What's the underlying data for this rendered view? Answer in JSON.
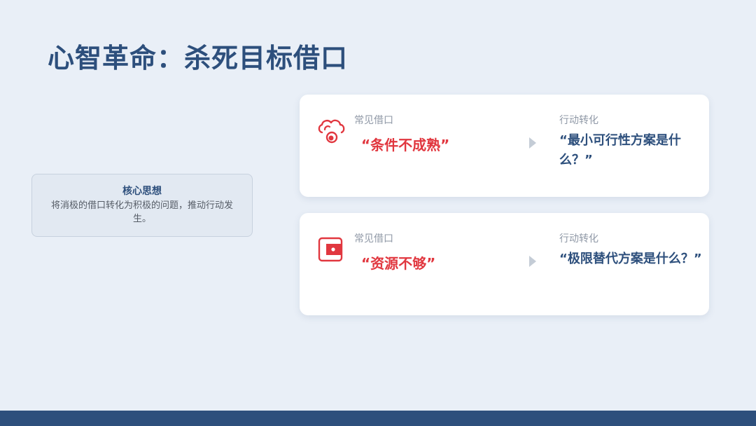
{
  "title": "心智革命：杀死目标借口",
  "core": {
    "title": "核心思想",
    "body": "将消极的借口转化为积极的问题，推动行动发生。"
  },
  "cards": [
    {
      "excuse_label": "常见借口",
      "excuse": "“条件不成熟”",
      "action_label": "行动转化",
      "action": "“最小可行性方案是什么？”",
      "icon": "cloud-alert-icon"
    },
    {
      "excuse_label": "常见借口",
      "excuse": "“资源不够”",
      "action_label": "行动转化",
      "action": "“极限替代方案是什么？”",
      "icon": "wallet-icon"
    }
  ],
  "colors": {
    "primary": "#2d4f7c",
    "accent_red": "#e1373f",
    "background": "#e9eff7",
    "muted": "#8f98a6"
  }
}
